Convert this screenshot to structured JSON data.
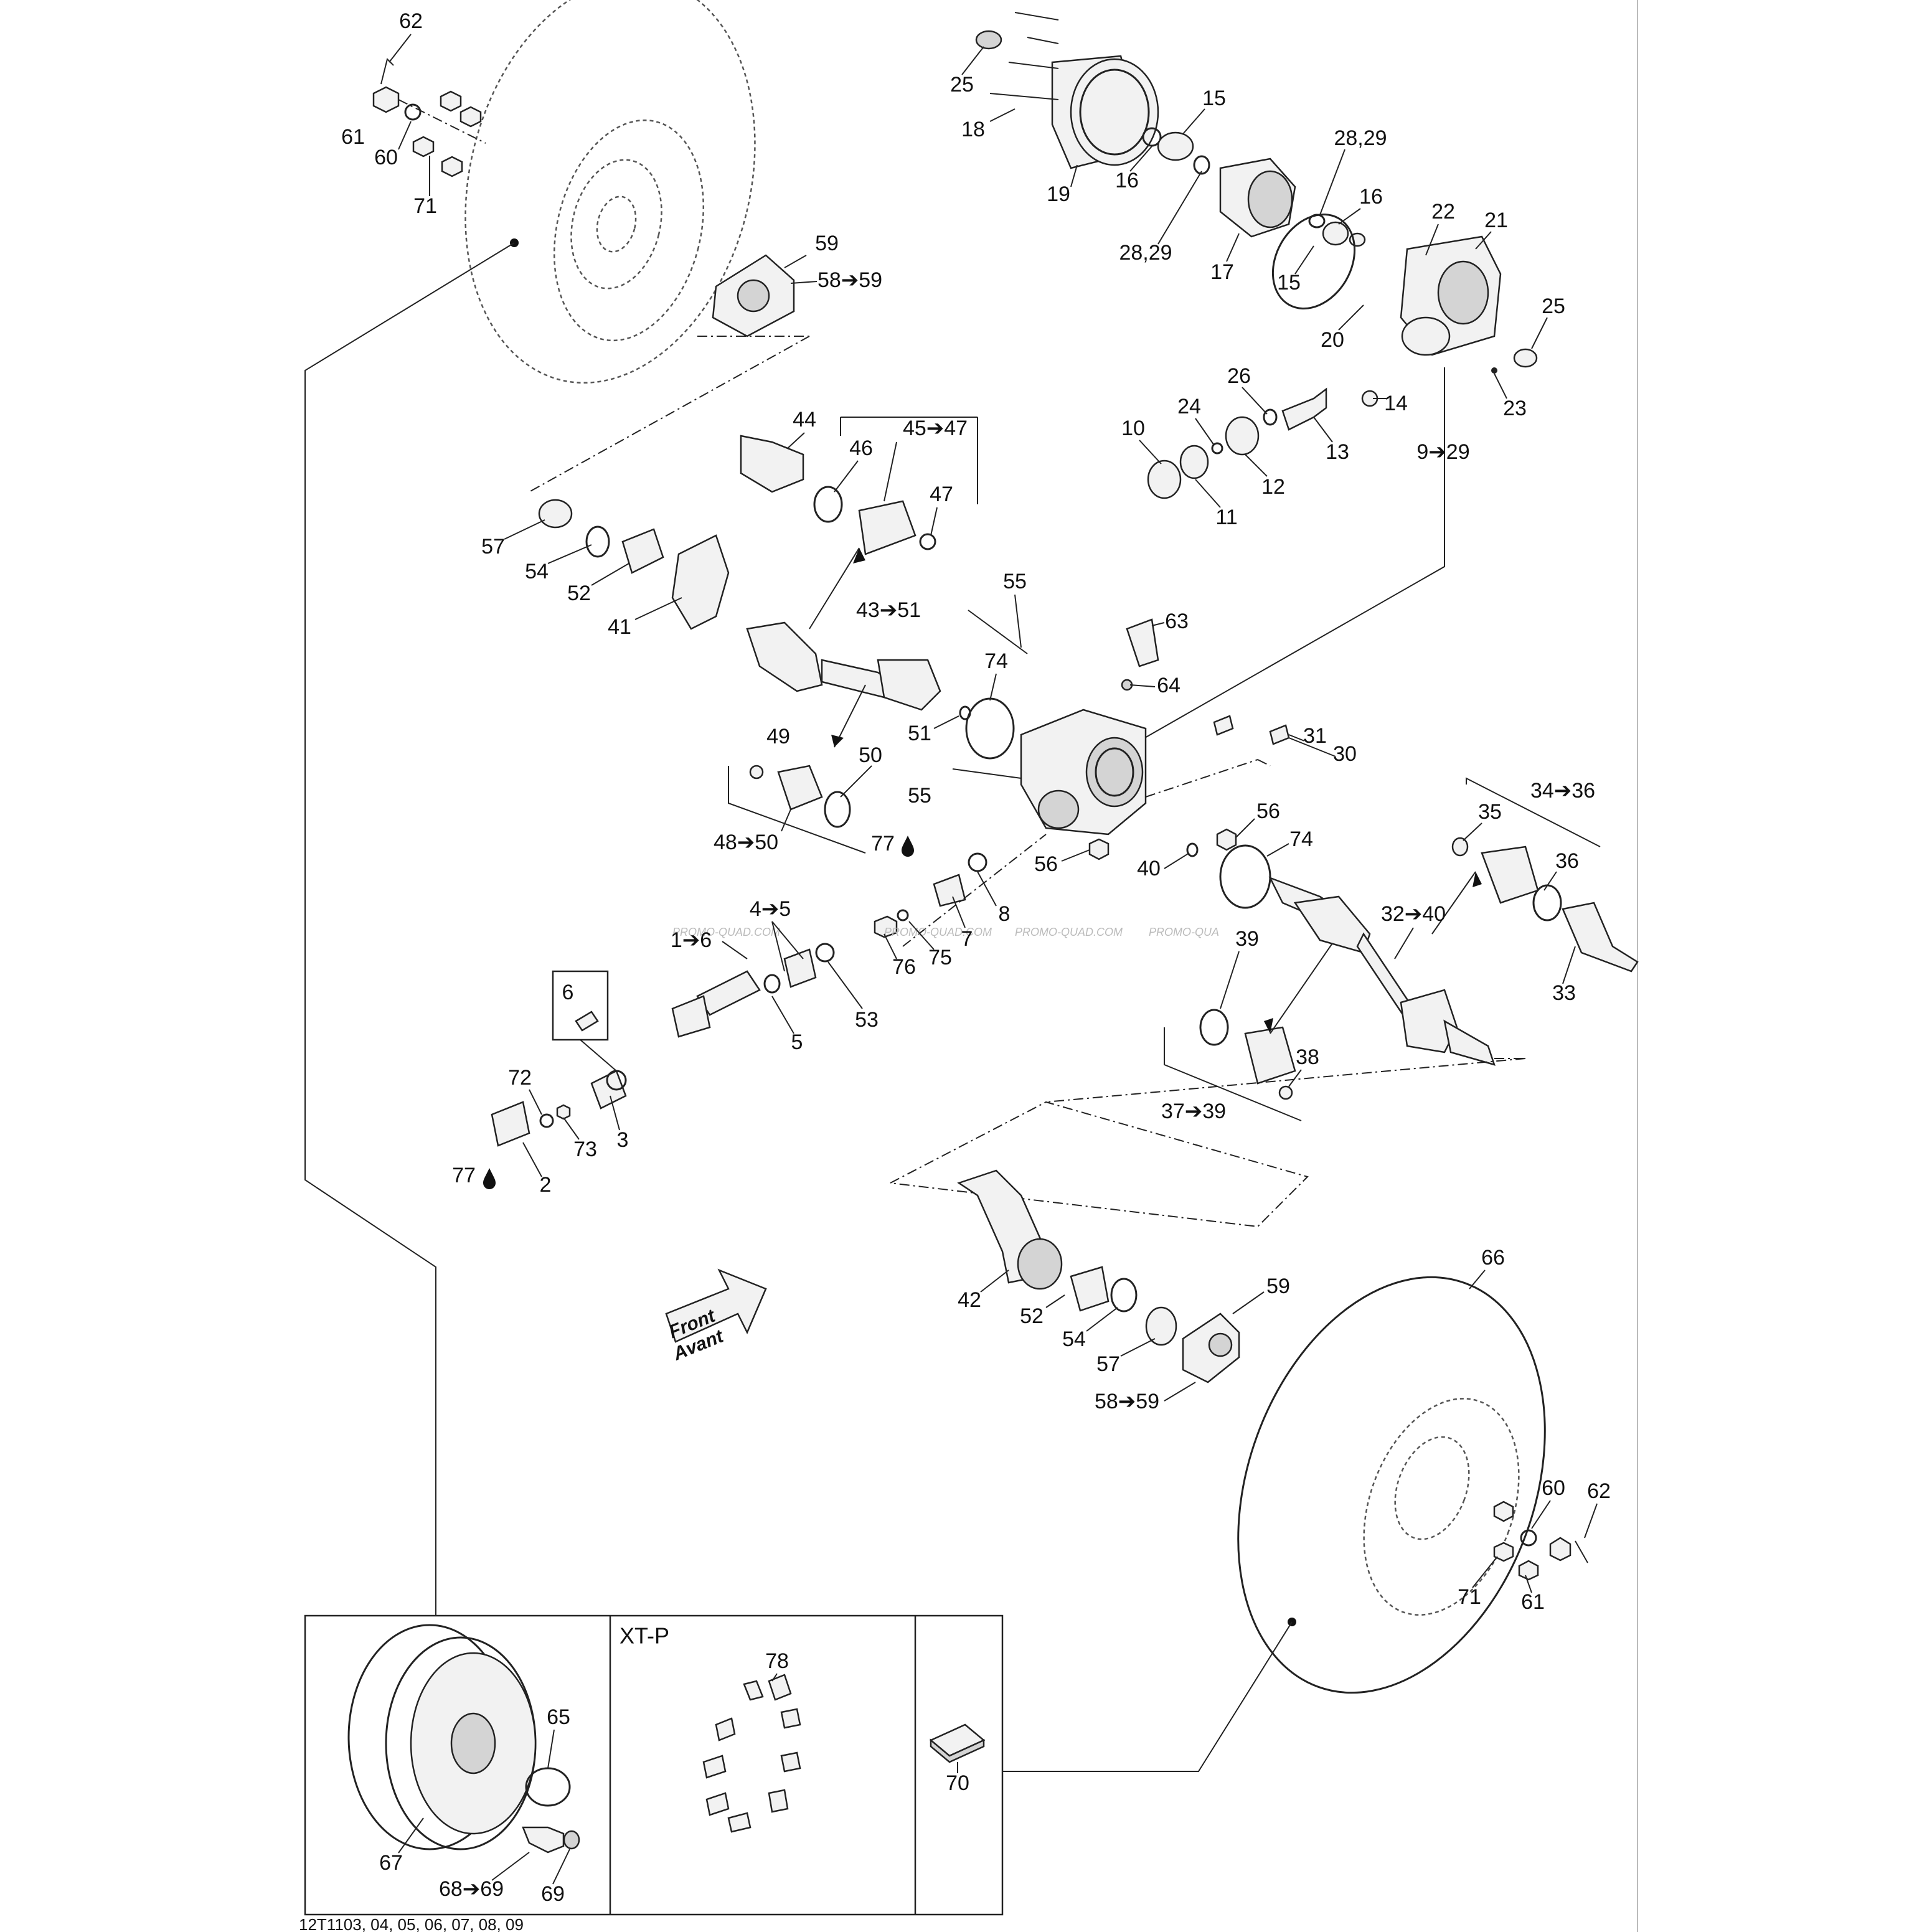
{
  "labels": {
    "l62a": "62",
    "l61a": "61",
    "l60a": "60",
    "l71a": "71",
    "l59a": "59",
    "l58_59a": "58➔59",
    "l25a": "25",
    "l18": "18",
    "l19": "19",
    "l16a": "16",
    "l15a": "15",
    "l28_29a": "28,29",
    "l28_29b": "28,29",
    "l16b": "16",
    "l17": "17",
    "l15b": "15",
    "l22": "22",
    "l21": "21",
    "l20": "20",
    "l25b": "25",
    "l23": "23",
    "l26": "26",
    "l24": "24",
    "l10": "10",
    "l11": "11",
    "l12": "12",
    "l13": "13",
    "l14": "14",
    "l9_29": "9➔29",
    "l44": "44",
    "l46": "46",
    "l45_47": "45➔47",
    "l47": "47",
    "l57a": "57",
    "l54a": "54",
    "l52a": "52",
    "l41": "41",
    "l43_51": "43➔51",
    "l55a": "55",
    "l63": "63",
    "l64": "64",
    "l74a": "74",
    "l51": "51",
    "l49": "49",
    "l50": "50",
    "l48_50": "48➔50",
    "l55b": "55",
    "l31": "31",
    "l30": "30",
    "l56a": "56",
    "l56b": "56",
    "l74b": "74",
    "l40": "40",
    "l34_36": "34➔36",
    "l35": "35",
    "l36": "36",
    "l33": "33",
    "l32_40": "32➔40",
    "l77a": "77",
    "l8": "8",
    "l7": "7",
    "l75": "75",
    "l76": "76",
    "l4_5": "4➔5",
    "l1_6": "1➔6",
    "l5": "5",
    "l53": "53",
    "l39a": "39",
    "l38": "38",
    "l37_39": "37➔39",
    "l6": "6",
    "l72": "72",
    "l73": "73",
    "l3": "3",
    "l77b": "77",
    "l2": "2",
    "l66": "66",
    "l42": "42",
    "l52b": "52",
    "l54b": "54",
    "l57b": "57",
    "l59b": "59",
    "l58_59b": "58➔59",
    "l60b": "60",
    "l62b": "62",
    "l71b": "71",
    "l61b": "61",
    "l65": "65",
    "l67": "67",
    "l68_69": "68➔69",
    "l69": "69",
    "l78": "78",
    "l70": "70"
  },
  "front_arrow": {
    "line1": "Front",
    "line2": "Avant"
  },
  "inset": {
    "title": "XT-P"
  },
  "footer": {
    "code": "12T1103, 04, 05, 06, 07, 08, 09"
  },
  "watermarks": [
    "PROMO-QUAD.COM",
    "PROMO-QUAD.COM",
    "PROMO-QUAD.COM",
    "PROMO-QUA"
  ]
}
